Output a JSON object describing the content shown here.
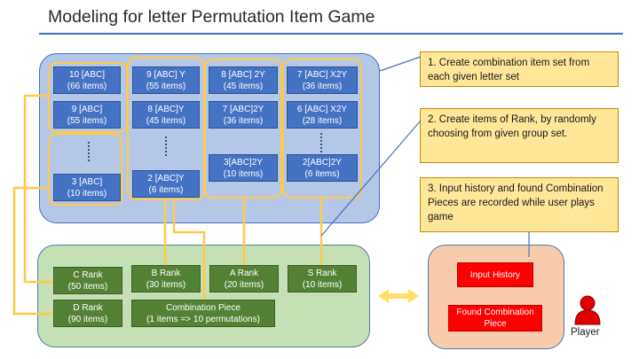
{
  "title": "Modeling for letter Permutation Item Game",
  "columns": [
    {
      "boxes": [
        {
          "line1": "10 [ABC]",
          "line2": "(66 items)"
        },
        {
          "line1": "9 [ABC]",
          "line2": "(55 items)"
        },
        {
          "line1": "3 [ABC]",
          "line2": "(10 items)"
        }
      ]
    },
    {
      "boxes": [
        {
          "line1": "9 [ABC] Y",
          "line2": "(55 items)"
        },
        {
          "line1": "8 [ABC]Y",
          "line2": "(45 items)"
        },
        {
          "line1": "2 [ABC]Y",
          "line2": "(6 items)"
        }
      ]
    },
    {
      "boxes": [
        {
          "line1": "8 [ABC] 2Y",
          "line2": "(45 items)"
        },
        {
          "line1": "7 [ABC]2Y",
          "line2": "(36 items)"
        },
        {
          "line1": "3[ABC]2Y",
          "line2": "(10 items)"
        }
      ]
    },
    {
      "boxes": [
        {
          "line1": "7 [ABC] X2Y",
          "line2": "(36 items)"
        },
        {
          "line1": "6 [ABC] X2Y",
          "line2": "(28 items)"
        },
        {
          "line1": "2[ABC]2Y",
          "line2": "(6 items)"
        }
      ]
    }
  ],
  "ranks": {
    "c": {
      "line1": "C Rank",
      "line2": "(50 items)"
    },
    "b": {
      "line1": "B Rank",
      "line2": "(30 items)"
    },
    "a": {
      "line1": "A Rank",
      "line2": "(20 items)"
    },
    "s": {
      "line1": "S Rank",
      "line2": "(10 items)"
    },
    "d": {
      "line1": "D Rank",
      "line2": "(90 items)"
    },
    "combo": {
      "line1": "Combination Piece",
      "line2": "(1 items => 10 permutations)"
    }
  },
  "player_panel": {
    "input_history": "Input History",
    "found_pieces": "Found Combination Piece",
    "player_label": "Player"
  },
  "notes": [
    "1. Create combination item set from each given letter set",
    "2. Create items of Rank, by randomly choosing from given group set.",
    "3. Input history and found Combination Pieces are recorded while user plays game"
  ],
  "colors": {
    "blue_panel": "#b4c7e7",
    "green_panel": "#c5e0b4",
    "player_panel": "#f8cbad",
    "item_box": "#4472c4",
    "rank_box": "#548235",
    "record_box": "#ff0000",
    "group_outline": "#ffc94a",
    "note_fill": "#ffe699",
    "player_icon": "#e00000"
  }
}
